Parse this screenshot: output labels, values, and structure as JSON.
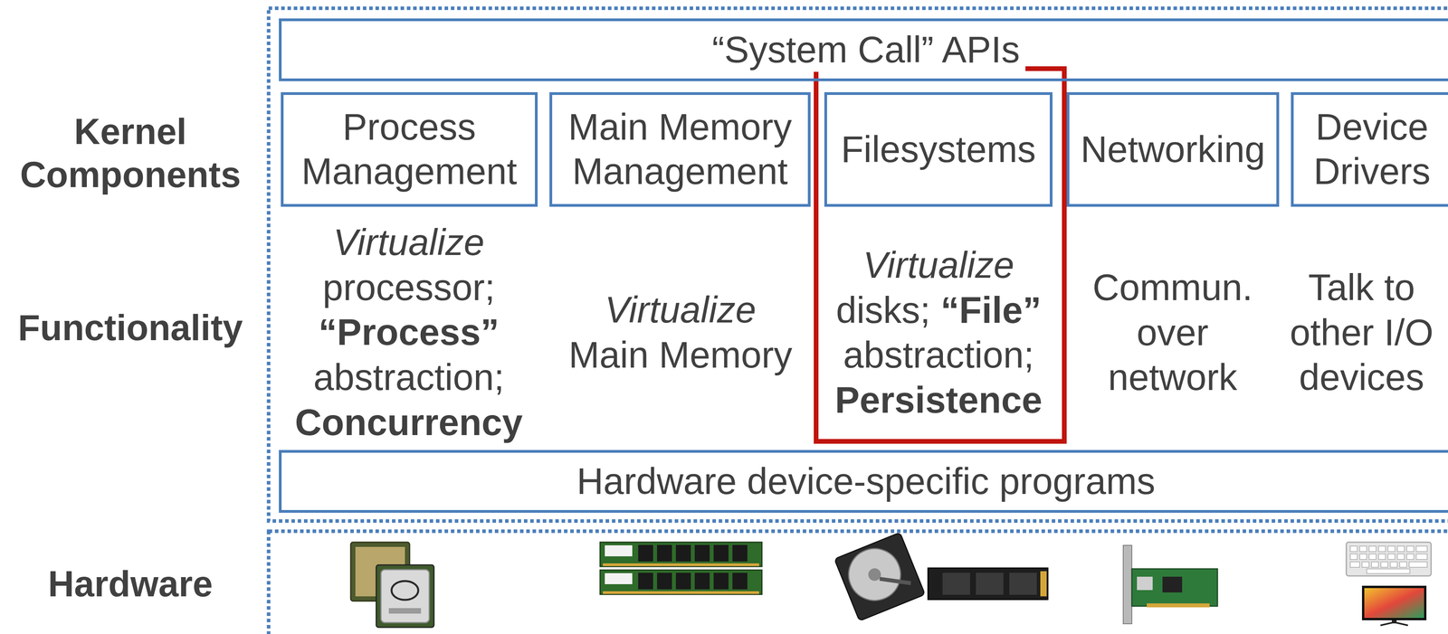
{
  "diagram": {
    "nodes": [
      {
        "text": [
          "“System Call” APIs"
        ]
      },
      {
        "text": [
          "Process Management"
        ]
      },
      {
        "text": [
          "Main Memory Management"
        ]
      },
      {
        "text": [
          "Filesystems"
        ]
      },
      {
        "text": [
          "Networking"
        ]
      },
      {
        "text": [
          "Device Drivers"
        ]
      },
      {
        "text": [
          "Hardware device-specific programs"
        ]
      }
    ],
    "labels": [
      "Kernel Components",
      "Functionality",
      "Hardware",
      "Virtualize",
      "processor;",
      "“Process”",
      "abstraction;",
      "Concurrency",
      "Virtualize",
      "Main Memory",
      "Virtualize",
      "disks;",
      "“File”",
      "abstraction;",
      "Persistence",
      "Commun. over network",
      "Talk to other I/O devices"
    ]
  }
}
